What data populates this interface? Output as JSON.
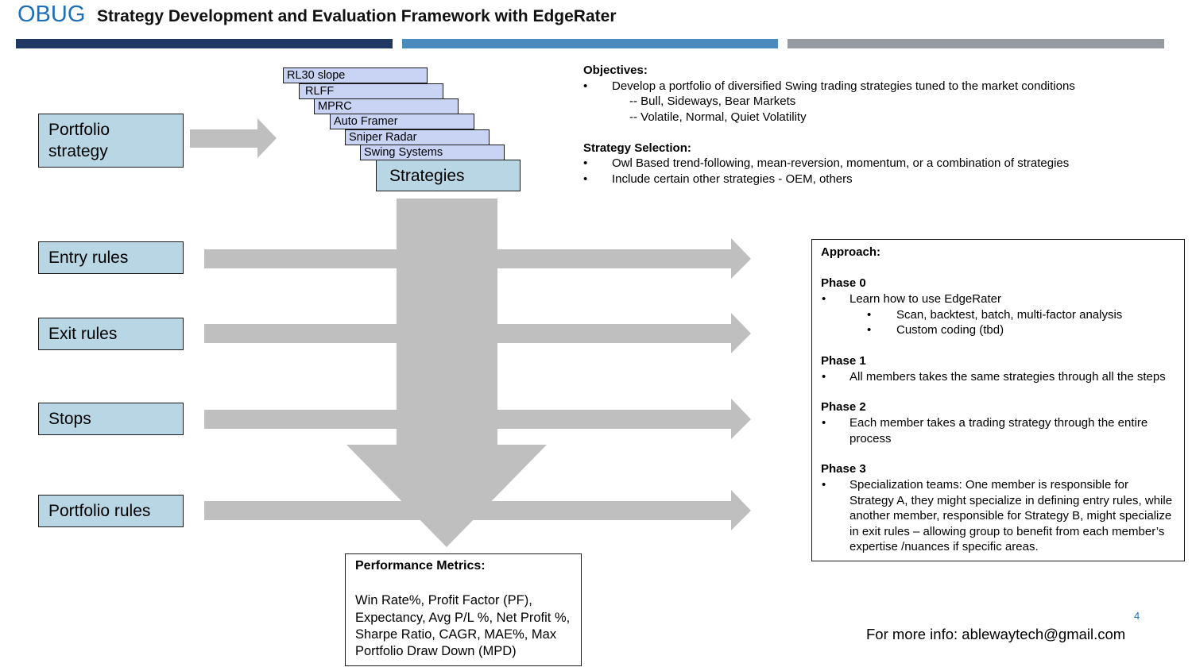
{
  "header": {
    "brand": "OBUG",
    "title": "Strategy Development and Evaluation Framework with EdgeRater"
  },
  "left_boxes": {
    "portfolio_strategy_line1": "Portfolio",
    "portfolio_strategy_line2": "strategy",
    "entry_rules": "Entry rules",
    "exit_rules": "Exit rules",
    "stops": "Stops",
    "portfolio_rules": "Portfolio rules"
  },
  "strategy_stack": {
    "cards": [
      "RL30 slope",
      "RLFF",
      "MPRC",
      "Auto Framer",
      "Sniper Radar",
      "Swing Systems"
    ],
    "front": "Strategies"
  },
  "objectives": {
    "heading": "Objectives:",
    "bullet": "•",
    "item1": "Develop a portfolio of diversified Swing trading strategies tuned to the market conditions",
    "sub1": "-- Bull, Sideways, Bear Markets",
    "sub2": "-- Volatile, Normal, Quiet Volatility"
  },
  "strategy_selection": {
    "heading": "Strategy Selection:",
    "item1": "Owl Based trend-following, mean-reversion, momentum, or a combination of strategies",
    "item2": "Include certain other strategies - OEM, others"
  },
  "approach": {
    "heading": "Approach:",
    "phase0": {
      "title": "Phase 0",
      "item": "Learn how to use EdgeRater",
      "sub1": "Scan, backtest, batch, multi-factor analysis",
      "sub2": "Custom coding (tbd)"
    },
    "phase1": {
      "title": "Phase 1",
      "item": "All members takes the same strategies through all the steps"
    },
    "phase2": {
      "title": "Phase 2",
      "item_line1": "Each member takes a trading strategy through the entire",
      "item_line2": "process"
    },
    "phase3": {
      "title": "Phase 3",
      "lines": [
        "Specialization teams:  One member is responsible for",
        "Strategy A, they might specialize in defining entry rules, while",
        "another member, responsible for Strategy B, might specialize",
        "in exit rules – allowing group to benefit from each member’s",
        "expertise /nuances if specific areas."
      ]
    }
  },
  "performance": {
    "heading": "Performance Metrics:",
    "lines": [
      "Win Rate%, Profit Factor (PF),",
      "Expectancy,  Avg P/L %, Net Profit %,",
      "Sharpe Ratio, CAGR, MAE%, Max",
      "Portfolio Draw Down (MPD)"
    ]
  },
  "footer": {
    "page_number": "4",
    "contact": "For more info: ablewaytech@gmail.com"
  },
  "colors": {
    "brand": "#1f6fb5",
    "box_fill": "#b8d6e4",
    "card_fill": "#c9d3f3",
    "arrow_gray": "#bfbfbf",
    "bar_navy": "#1f3864",
    "bar_blue": "#4a8bbd",
    "bar_gray": "#959ba1"
  }
}
